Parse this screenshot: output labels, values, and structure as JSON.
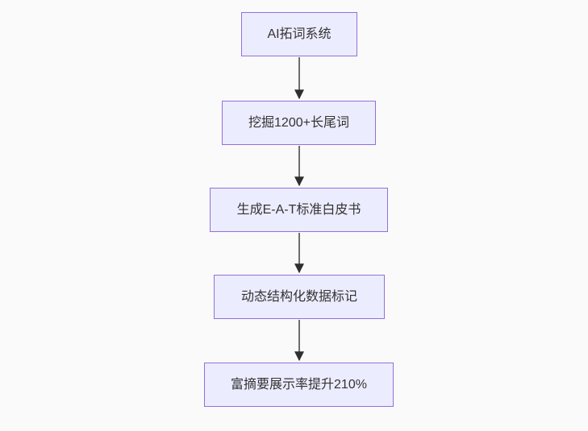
{
  "diagram": {
    "type": "flowchart",
    "direction": "top-down",
    "nodes": [
      {
        "id": "step-1",
        "label": "AI拓词系统"
      },
      {
        "id": "step-2",
        "label": "挖掘1200+长尾词"
      },
      {
        "id": "step-3",
        "label": "生成E-A-T标准白皮书"
      },
      {
        "id": "step-4",
        "label": "动态结构化数据标记"
      },
      {
        "id": "step-5",
        "label": "富摘要展示率提升210%"
      }
    ],
    "edges": [
      {
        "from": "step-1",
        "to": "step-2"
      },
      {
        "from": "step-2",
        "to": "step-3"
      },
      {
        "from": "step-3",
        "to": "step-4"
      },
      {
        "from": "step-4",
        "to": "step-5"
      }
    ],
    "colors": {
      "background": "#fafafa",
      "node_fill": "#ececff",
      "node_border": "#9370db",
      "node_text": "#333333",
      "edge_line": "#6e6e6e",
      "arrow_head": "#2f2f2f"
    }
  }
}
